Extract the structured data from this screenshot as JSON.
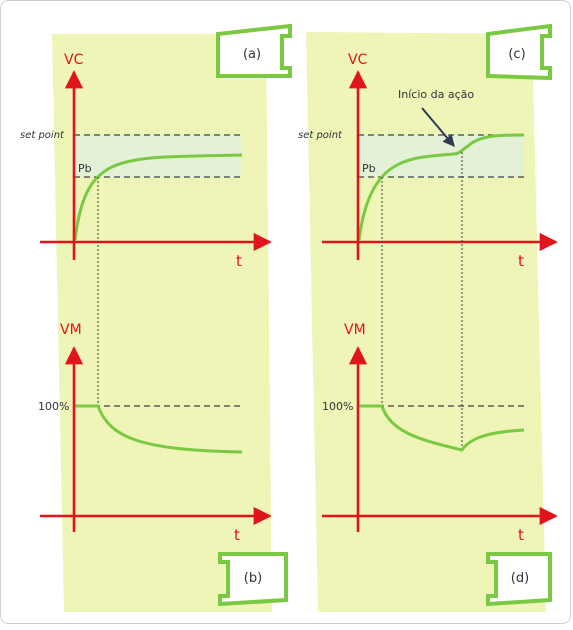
{
  "panels": {
    "a": "(a)",
    "b": "(b)",
    "c": "(c)",
    "d": "(d)"
  },
  "labels": {
    "vc": "VC",
    "vm": "VM",
    "t": "t",
    "set_point": "set point",
    "pb": "Pb",
    "hundred": "100%",
    "action_start": "Início da ação"
  },
  "colors": {
    "panel_bg": "#eef5b6",
    "axis": "#e1141b",
    "curve": "#7ac943",
    "band": "#e3f1d6",
    "dashed": "#3b4246"
  }
}
